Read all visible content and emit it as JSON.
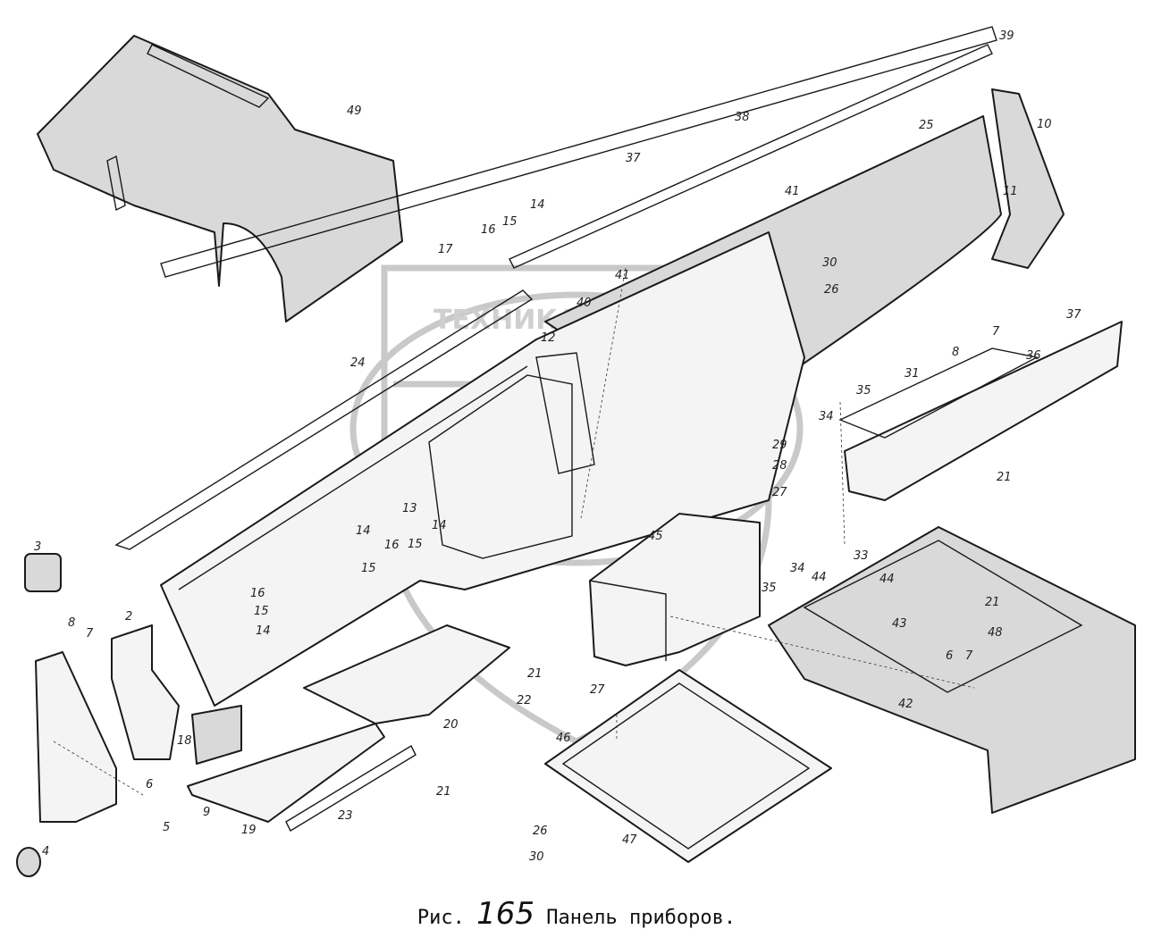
{
  "figure": {
    "caption_prefix": "Рис.",
    "caption_number": "165",
    "caption_title": "Панель приборов.",
    "watermark": "ТЕХНИКА ЗАПЧАСТИ ЭЛФ"
  },
  "labels": {
    "l49": "49",
    "l39": "39",
    "l38": "38",
    "l37a": "37",
    "l25": "25",
    "l10": "10",
    "l11": "11",
    "l41a": "41",
    "l14a": "14",
    "l15a": "15",
    "l16a": "16",
    "l17": "17",
    "l30a": "30",
    "l41b": "41",
    "l26a": "26",
    "l40": "40",
    "l12": "12",
    "l37b": "37",
    "l7a": "7",
    "l8a": "8",
    "l24": "24",
    "l36": "36",
    "l31": "31",
    "l35a": "35",
    "l34a": "34",
    "l29": "29",
    "l28": "28",
    "l27a": "27",
    "l21a": "21",
    "l13": "13",
    "l14b": "14",
    "l14c": "14",
    "l15b": "15",
    "l15c": "15",
    "l16b": "16",
    "l45": "45",
    "l3": "3",
    "l16c": "16",
    "l15d": "15",
    "l14d": "14",
    "l33": "33",
    "l34b": "34",
    "l35b": "35",
    "l44a": "44",
    "l44b": "44",
    "l43": "43",
    "l21b": "21",
    "l48": "48",
    "l2": "2",
    "l8b": "8",
    "l7b": "7",
    "l6a": "6",
    "l7c": "7",
    "l21c": "21",
    "l22": "22",
    "l20": "20",
    "l42": "42",
    "l27b": "27",
    "l18": "18",
    "l46": "46",
    "l21d": "21",
    "l6b": "6",
    "l23": "23",
    "l5": "5",
    "l9": "9",
    "l19": "19",
    "l26b": "26",
    "l47": "47",
    "l30b": "30",
    "l4": "4"
  }
}
